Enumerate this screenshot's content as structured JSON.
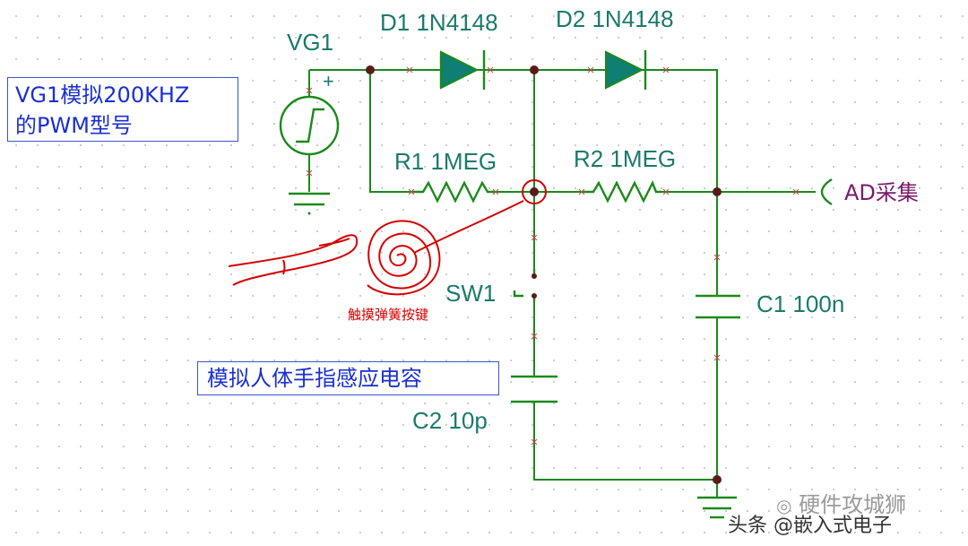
{
  "labels": {
    "vg1": "VG1",
    "vg1_plus": "+",
    "d1": "D1 1N4148",
    "d2": "D2 1N4148",
    "r1": "R1 1MEG",
    "r2": "R2 1MEG",
    "sw1": "SW1",
    "c1": "C1 100n",
    "c2": "C2 10p",
    "ad": "AD采集",
    "touch": "触摸弹簧按键"
  },
  "notes": {
    "pwm_line1": "VG1模拟200KHZ",
    "pwm_line2": "的PWM型号",
    "finger": "模拟人体手指感应电容"
  },
  "watermark": {
    "account": "硬件攻城狮",
    "source": "头条 @嵌入式电子"
  },
  "colors": {
    "wire": "#1a8a1a",
    "label": "#1b7a6c",
    "note_text": "#1a2fd0",
    "ad_label": "#7a1a6a",
    "hand_drawing": "#d40000",
    "diode_fill": "#0e7f72"
  }
}
